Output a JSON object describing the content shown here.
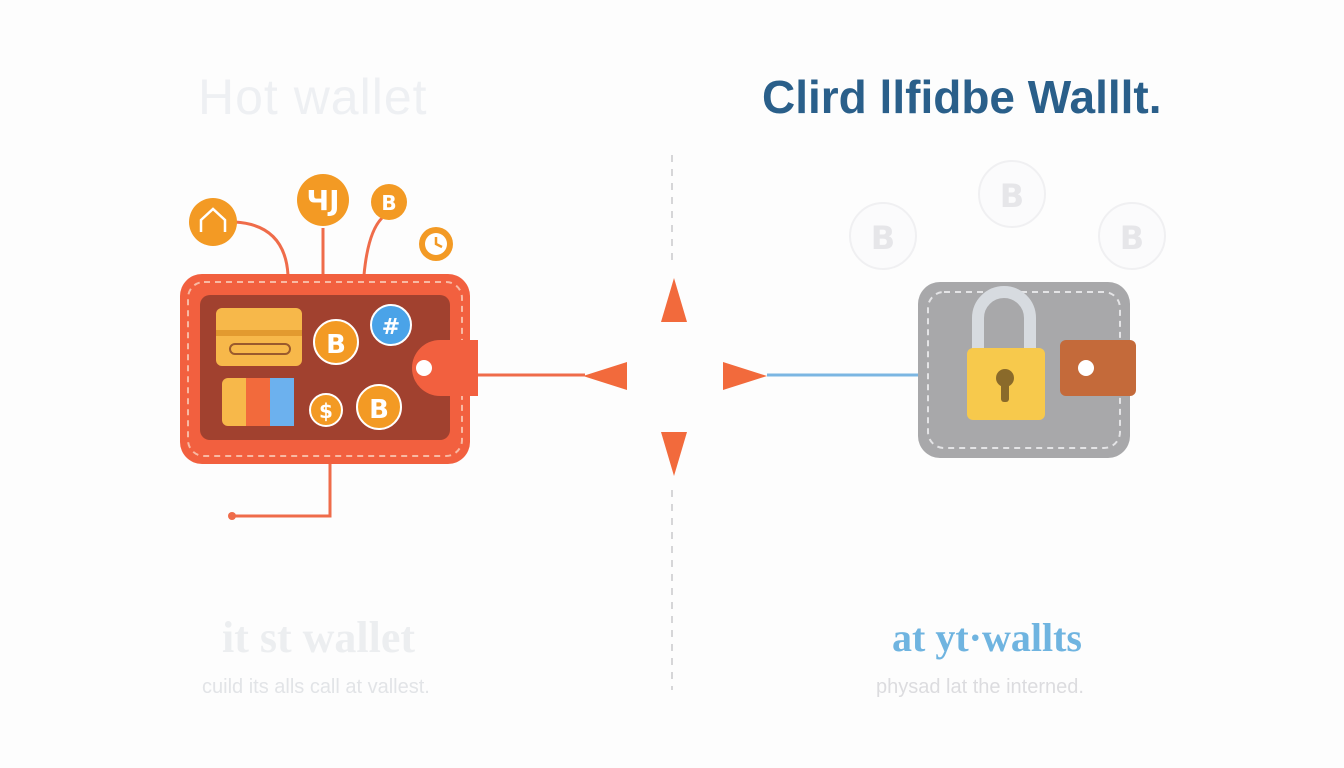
{
  "hot_side": {
    "title": "Hot wallet",
    "subtitle": "it st wallet",
    "caption": "cuild its alls call at vallest."
  },
  "cold_side": {
    "title": "Clird llfidbe Walllt.",
    "subtitle": "at yt·wallts",
    "caption": "physad lat the interned."
  },
  "icons": {
    "bitcoin_glyph": "B",
    "hash_glyph": "#",
    "dollar_glyph": "$",
    "top_bubble_glyph": "ЧЈ"
  },
  "colors": {
    "hot_wallet": "#f2603f",
    "hot_wallet_inner": "#a1412f",
    "coin_orange": "#f39a24",
    "arrow_orange": "#f26a3c",
    "cold_wallet": "#a8a8aa",
    "lock_yellow": "#f7c94c",
    "cold_link_blue": "#7bb6e2",
    "title_blue": "#2a5f8a",
    "subtitle_blue": "#6fb4e0"
  }
}
